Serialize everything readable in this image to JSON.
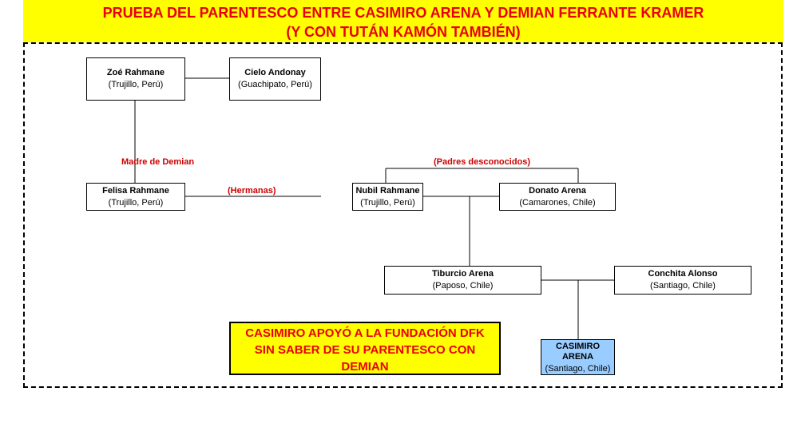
{
  "title": {
    "line1": "PRUEBA DEL PARENTESCO ENTRE CASIMIRO ARENA Y DEMIAN FERRANTE KRAMER",
    "line2": "(Y CON TUTÁN KAMÓN TAMBIÉN)"
  },
  "people": {
    "zoe": {
      "name": "Zoé Rahmane",
      "place": "(Trujillo, Perú)"
    },
    "cielo": {
      "name": "Cielo Andonay",
      "place": "(Guachipato, Perú)"
    },
    "felisa": {
      "name": "Felisa Rahmane",
      "place": "(Trujillo, Perú)"
    },
    "nubil": {
      "name": "Nubil Rahmane",
      "place": "(Trujillo, Perú)"
    },
    "donato": {
      "name": "Donato Arena",
      "place": "(Camarones, Chile)"
    },
    "tiburcio": {
      "name": "Tiburcio Arena",
      "place": "(Paposo, Chile)"
    },
    "conchita": {
      "name": "Conchita Alonso",
      "place": "(Santiago, Chile)"
    },
    "casimiro": {
      "name_line1": "CASIMIRO",
      "name_line2": "ARENA",
      "place": "(Santiago, Chile)"
    }
  },
  "labels": {
    "madre": "Madre de Demian",
    "hermanas": "(Hermanas)",
    "padres": "(Padres desconocidos)"
  },
  "note": {
    "line1": "CASIMIRO APOYÓ A LA FUNDACIÓN DFK",
    "line2": "SIN SABER DE SU PARENTESCO CON",
    "line3": "DEMIAN"
  },
  "colors": {
    "banner_bg": "#ffff00",
    "title_text": "#e8000b",
    "label_text": "#cc0000",
    "highlight_box": "#99ccff"
  }
}
